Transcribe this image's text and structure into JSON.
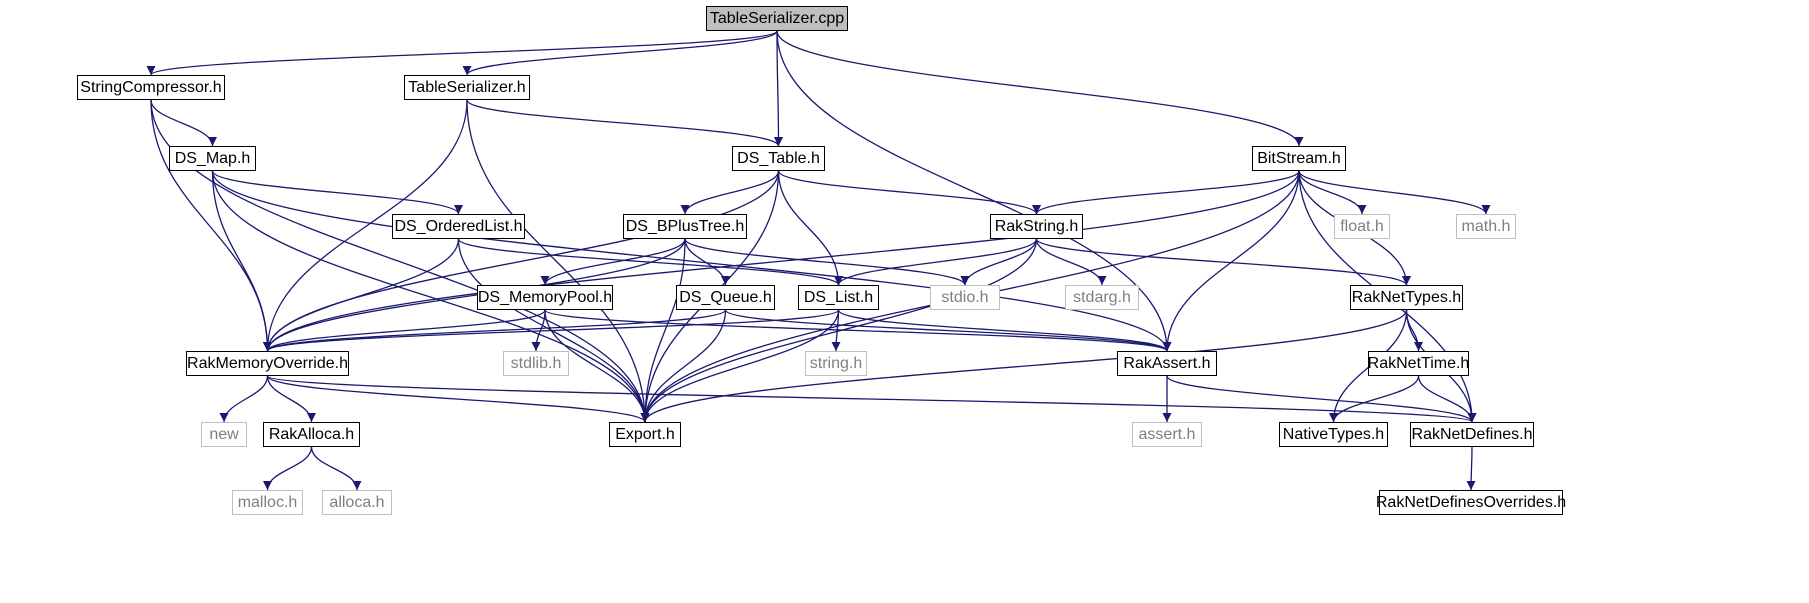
{
  "diagram": {
    "nodes": [
      {
        "id": "ts_cpp",
        "label": "TableSerializer.cpp",
        "style": "root"
      },
      {
        "id": "sc",
        "label": "StringCompressor.h"
      },
      {
        "id": "ts_h",
        "label": "TableSerializer.h"
      },
      {
        "id": "dsmap",
        "label": "DS_Map.h"
      },
      {
        "id": "dstable",
        "label": "DS_Table.h"
      },
      {
        "id": "bitstream",
        "label": "BitStream.h"
      },
      {
        "id": "dsol",
        "label": "DS_OrderedList.h"
      },
      {
        "id": "dsbpt",
        "label": "DS_BPlusTree.h"
      },
      {
        "id": "rakstring",
        "label": "RakString.h"
      },
      {
        "id": "floath",
        "label": "float.h",
        "style": "gray"
      },
      {
        "id": "mathh",
        "label": "math.h",
        "style": "gray"
      },
      {
        "id": "dsmp",
        "label": "DS_MemoryPool.h"
      },
      {
        "id": "dsq",
        "label": "DS_Queue.h"
      },
      {
        "id": "dsl",
        "label": "DS_List.h"
      },
      {
        "id": "stdioh",
        "label": "stdio.h",
        "style": "gray"
      },
      {
        "id": "stdargh",
        "label": "stdarg.h",
        "style": "gray"
      },
      {
        "id": "rnt",
        "label": "RakNetTypes.h"
      },
      {
        "id": "rmo",
        "label": "RakMemoryOverride.h"
      },
      {
        "id": "stdlibh",
        "label": "stdlib.h",
        "style": "gray"
      },
      {
        "id": "stringh",
        "label": "string.h",
        "style": "gray"
      },
      {
        "id": "rakassert",
        "label": "RakAssert.h"
      },
      {
        "id": "rntime",
        "label": "RakNetTime.h"
      },
      {
        "id": "newh",
        "label": "new",
        "style": "gray"
      },
      {
        "id": "rakalloca",
        "label": "RakAlloca.h"
      },
      {
        "id": "export",
        "label": "Export.h"
      },
      {
        "id": "asserth",
        "label": "assert.h",
        "style": "gray"
      },
      {
        "id": "nativetypes",
        "label": "NativeTypes.h"
      },
      {
        "id": "rnd",
        "label": "RakNetDefines.h"
      },
      {
        "id": "malloch",
        "label": "malloc.h",
        "style": "gray"
      },
      {
        "id": "allocah",
        "label": "alloca.h",
        "style": "gray"
      },
      {
        "id": "rndo",
        "label": "RakNetDefinesOverrides.h"
      }
    ],
    "edges": [
      [
        "ts_cpp",
        "sc"
      ],
      [
        "ts_cpp",
        "ts_h"
      ],
      [
        "ts_cpp",
        "dstable"
      ],
      [
        "ts_cpp",
        "rakassert"
      ],
      [
        "ts_cpp",
        "bitstream"
      ],
      [
        "sc",
        "dsmap"
      ],
      [
        "sc",
        "rmo"
      ],
      [
        "sc",
        "export"
      ],
      [
        "ts_h",
        "dstable"
      ],
      [
        "ts_h",
        "rmo"
      ],
      [
        "ts_h",
        "export"
      ],
      [
        "dsmap",
        "dsol"
      ],
      [
        "dsmap",
        "rakassert"
      ],
      [
        "dsmap",
        "rmo"
      ],
      [
        "dsmap",
        "export"
      ],
      [
        "dstable",
        "dsbpt"
      ],
      [
        "dstable",
        "dsl"
      ],
      [
        "dstable",
        "rakstring"
      ],
      [
        "dstable",
        "rmo"
      ],
      [
        "dstable",
        "export"
      ],
      [
        "bitstream",
        "rakstring"
      ],
      [
        "bitstream",
        "floath"
      ],
      [
        "bitstream",
        "mathh"
      ],
      [
        "bitstream",
        "rnt"
      ],
      [
        "bitstream",
        "rakassert"
      ],
      [
        "bitstream",
        "rmo"
      ],
      [
        "bitstream",
        "export"
      ],
      [
        "bitstream",
        "rnd"
      ],
      [
        "dsol",
        "dsl"
      ],
      [
        "dsol",
        "rmo"
      ],
      [
        "dsol",
        "export"
      ],
      [
        "dsbpt",
        "dsmp"
      ],
      [
        "dsbpt",
        "dsq"
      ],
      [
        "dsbpt",
        "stdioh"
      ],
      [
        "dsbpt",
        "rmo"
      ],
      [
        "dsbpt",
        "export"
      ],
      [
        "rakstring",
        "dsl"
      ],
      [
        "rakstring",
        "stdioh"
      ],
      [
        "rakstring",
        "stdargh"
      ],
      [
        "rakstring",
        "rnt"
      ],
      [
        "rakstring",
        "export"
      ],
      [
        "dsmp",
        "stdlibh"
      ],
      [
        "dsmp",
        "rakassert"
      ],
      [
        "dsmp",
        "rmo"
      ],
      [
        "dsmp",
        "export"
      ],
      [
        "dsq",
        "rakassert"
      ],
      [
        "dsq",
        "rmo"
      ],
      [
        "dsq",
        "export"
      ],
      [
        "dsl",
        "stringh"
      ],
      [
        "dsl",
        "rakassert"
      ],
      [
        "dsl",
        "rmo"
      ],
      [
        "dsl",
        "export"
      ],
      [
        "rnt",
        "rntime"
      ],
      [
        "rnt",
        "nativetypes"
      ],
      [
        "rnt",
        "rnd"
      ],
      [
        "rnt",
        "export"
      ],
      [
        "rmo",
        "newh"
      ],
      [
        "rmo",
        "rakalloca"
      ],
      [
        "rmo",
        "export"
      ],
      [
        "rmo",
        "rnd"
      ],
      [
        "rakassert",
        "asserth"
      ],
      [
        "rakassert",
        "rnd"
      ],
      [
        "rntime",
        "nativetypes"
      ],
      [
        "rntime",
        "rnd"
      ],
      [
        "rakalloca",
        "malloch"
      ],
      [
        "rakalloca",
        "allocah"
      ],
      [
        "rnd",
        "rndo"
      ]
    ],
    "edge_color": "#191970"
  }
}
